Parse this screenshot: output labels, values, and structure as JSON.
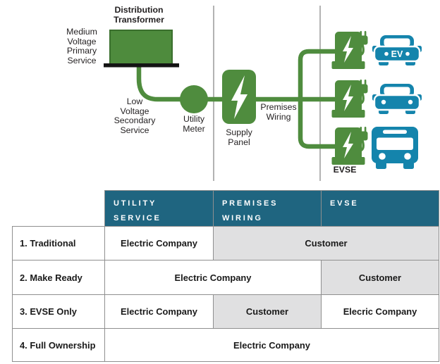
{
  "diagram": {
    "labels": {
      "distribution_transformer": "Distribution\nTransformer",
      "medium_voltage": "Medium\nVoltage\nPrimary\nService",
      "low_voltage": "Low\nVoltage\nSecondary\nService",
      "utility_meter": "Utility\nMeter",
      "supply_panel": "Supply\nPanel",
      "premises_wiring": "Premises\nWiring",
      "evse": "EVSE",
      "ev_badge": "EV"
    },
    "colors": {
      "green": "#4f8c3e",
      "teal_header": "#1f6580",
      "vehicle_blue": "#1484ac",
      "gray_cell": "#e0e0e1",
      "table_border": "#8f8f8f"
    }
  },
  "table": {
    "headers": [
      "UTILITY\nSERVICE",
      "PREMISES\nWIRING",
      "EVSE"
    ],
    "rows": [
      {
        "label": "1. Traditional",
        "cells": [
          {
            "text": "Electric Company"
          },
          {
            "text": "Customer"
          }
        ]
      },
      {
        "label": "2. Make Ready",
        "cells": [
          {
            "text": "Electric Company"
          },
          {
            "text": "Customer"
          }
        ]
      },
      {
        "label": "3. EVSE Only",
        "cells": [
          {
            "text": "Electric Company"
          },
          {
            "text": "Customer"
          },
          {
            "text": "Elecric Company"
          }
        ]
      },
      {
        "label": "4. Full Ownership",
        "cells": [
          {
            "text": "Electric Company"
          }
        ]
      }
    ]
  }
}
